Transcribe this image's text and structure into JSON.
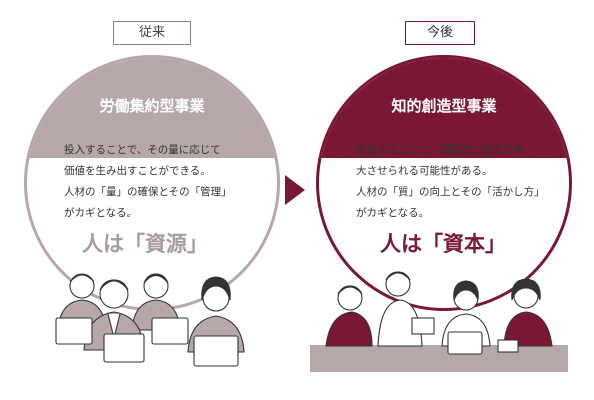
{
  "before": {
    "tag": "従来",
    "title": "労働集約型事業",
    "description": "投入することで、その量に応じて\n価値を生み出すことができる。\n人材の「量」の確保とその「管理」\nがカギとなる。",
    "headline": "人は「資源」"
  },
  "after": {
    "tag": "今後",
    "title": "知的創造型事業",
    "description": "投資することで、飛躍的に価値を増\n大させられる可能性がある。\n人材の「質」の向上とその「活かし方」\nがカギとなる。",
    "headline": "人は「資本」"
  },
  "colors": {
    "before_accent": "#b6a7a9",
    "after_accent": "#7a1733"
  },
  "icons": {
    "transition": "right-arrow-icon",
    "before_people": "office-workers-at-laptops-illustration",
    "after_people": "team-meeting-illustration"
  }
}
